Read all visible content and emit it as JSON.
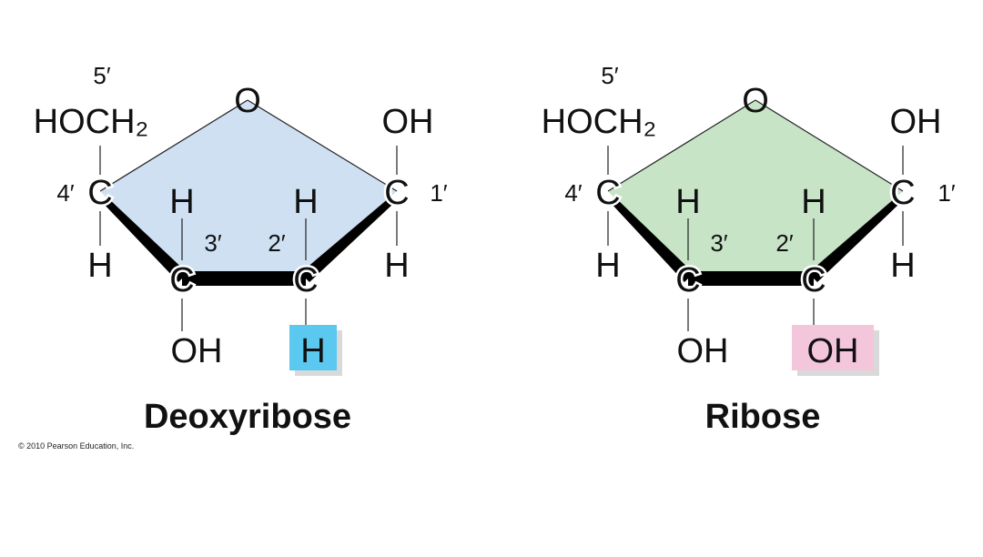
{
  "molecules": [
    {
      "name": "Deoxyribose",
      "ring_fill": "#cfe0f3",
      "highlight_label": "H",
      "highlight_color": "#5bc8ef",
      "atoms": {
        "ring_o": "O",
        "c1": "C",
        "c2": "C",
        "c3": "C",
        "c4": "C",
        "c1_top": "OH",
        "c1_bottom": "H",
        "c2_top": "H",
        "c3_top": "H",
        "c3_bottom": "OH",
        "c4_top": "HOCH₂",
        "c4_bottom": "H"
      },
      "primes": {
        "p1": "1′",
        "p2": "2′",
        "p3": "3′",
        "p4": "4′",
        "p5": "5′"
      }
    },
    {
      "name": "Ribose",
      "ring_fill": "#c7e4c6",
      "highlight_label": "OH",
      "highlight_color": "#f4c6dc",
      "atoms": {
        "ring_o": "O",
        "c1": "C",
        "c2": "C",
        "c3": "C",
        "c4": "C",
        "c1_top": "OH",
        "c1_bottom": "H",
        "c2_top": "H",
        "c3_top": "H",
        "c3_bottom": "OH",
        "c4_top": "HOCH₂",
        "c4_bottom": "H"
      },
      "primes": {
        "p1": "1′",
        "p2": "2′",
        "p3": "3′",
        "p4": "4′",
        "p5": "5′"
      }
    }
  ],
  "copyright": "© 2010 Pearson Education, Inc."
}
